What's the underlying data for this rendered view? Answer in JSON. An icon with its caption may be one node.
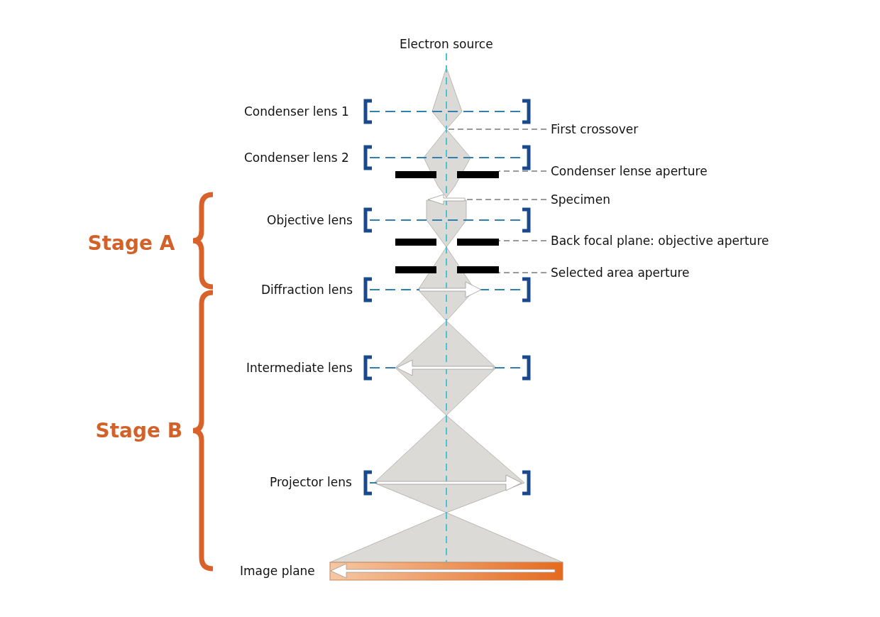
{
  "diagram": {
    "nodes": [
      {
        "text": [
          "First crossover"
        ]
      },
      {
        "text": [
          "Condenser lense aperture"
        ]
      },
      {
        "text": [
          "Specimen"
        ]
      },
      {
        "text": [
          "Back focal plane: objective aperture"
        ]
      },
      {
        "text": [
          "Selected area aperture"
        ]
      }
    ],
    "edges": [
      {
        "from": 0,
        "to": null,
        "arrow": "none",
        "style": "dashed"
      },
      {
        "from": 1,
        "to": null,
        "arrow": "none",
        "style": "dashed"
      },
      {
        "from": 2,
        "to": null,
        "arrow": "none",
        "style": "dashed"
      },
      {
        "from": 3,
        "to": null,
        "arrow": "none",
        "style": "dashed"
      },
      {
        "from": 4,
        "to": null,
        "arrow": "none",
        "style": "dashed"
      }
    ],
    "labels": [
      "Electron source",
      "Condenser lens 1",
      "Condenser lens 2",
      "Objective lens",
      "Stage A",
      "Diffraction lens",
      "Intermediate lens",
      "Stage B",
      "Projector lens",
      "Image plane"
    ]
  }
}
